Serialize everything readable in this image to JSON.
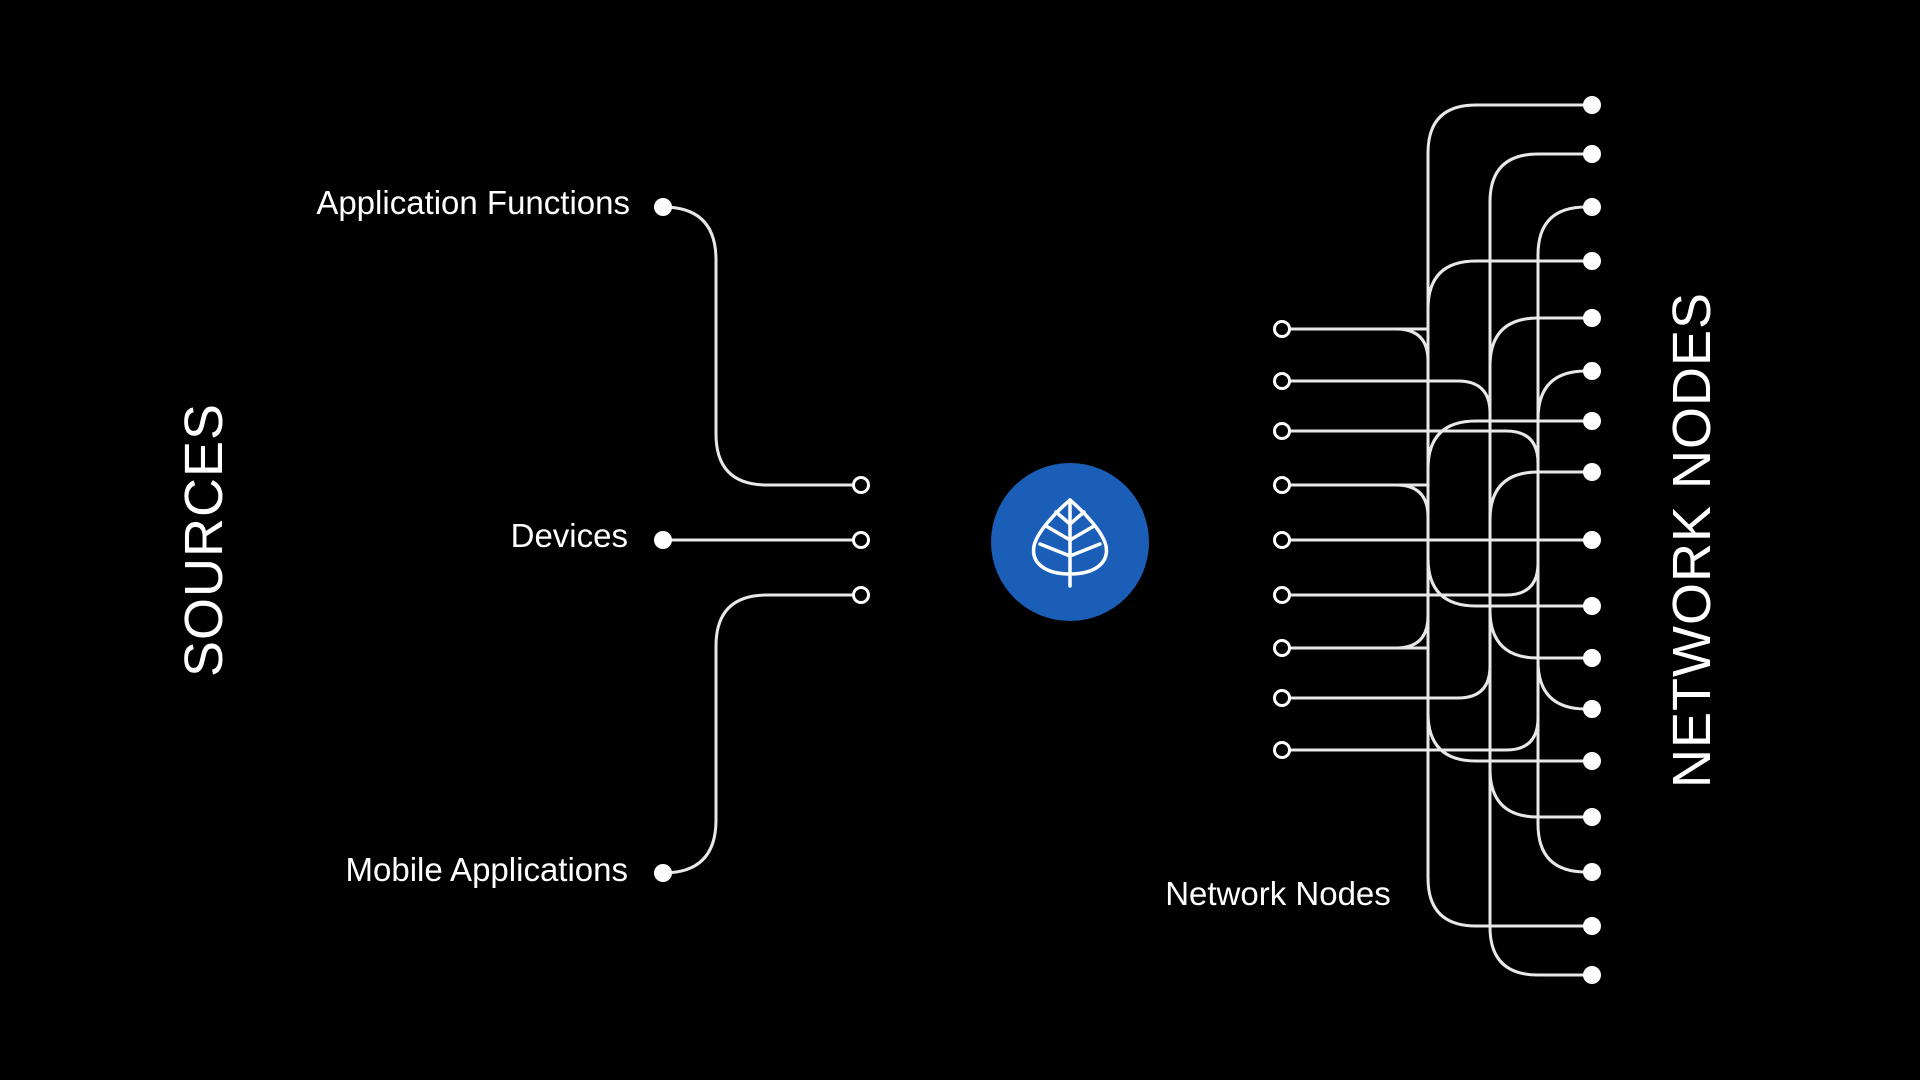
{
  "diagram": {
    "left_title": "SOURCES",
    "right_title": "NETWORK NODES",
    "sources": [
      "Application Functions",
      "Devices",
      "Mobile Applications"
    ],
    "network_label": "Network Nodes",
    "hub": {
      "icon": "leaf-icon"
    },
    "colors": {
      "background": "#000000",
      "hub": "#1a5eb8",
      "lines": "#e8e8e8",
      "text": "#ffffff"
    }
  }
}
